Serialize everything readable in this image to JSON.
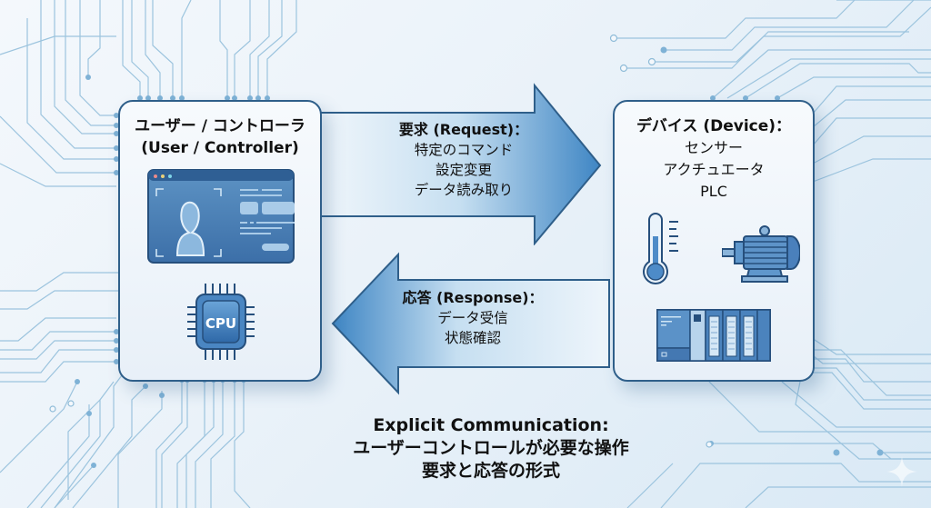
{
  "user_controller": {
    "title_ja": "ユーザー / コントローラ",
    "title_en": "(User / Controller)",
    "icons": [
      "user-interface-window-icon",
      "cpu-chip-icon"
    ],
    "cpu_label": "CPU"
  },
  "request": {
    "heading": "要求 (Request)：",
    "items": [
      "特定のコマンド",
      "設定変更",
      "データ読み取り"
    ],
    "direction": "right"
  },
  "response": {
    "heading": "応答 (Response)：",
    "items": [
      "データ受信",
      "状態確認"
    ],
    "direction": "left"
  },
  "device": {
    "heading": "デバイス (Device)：",
    "items": [
      "センサー",
      "アクチュエータ",
      "PLC"
    ],
    "icons": [
      "thermometer-sensor-icon",
      "electric-motor-icon",
      "plc-rack-icon"
    ]
  },
  "footer": {
    "title": "Explicit Communication:",
    "line1": "ユーザーコントロールが必要な操作",
    "line2": "要求と応答の形式"
  },
  "colors": {
    "card_border": "#2f5f8a",
    "arrow_dark": "#3d7fbf",
    "arrow_light": "#e6f1fa",
    "circuit_line": "#8fbcd8",
    "icon_blue": "#3c6fa8"
  }
}
